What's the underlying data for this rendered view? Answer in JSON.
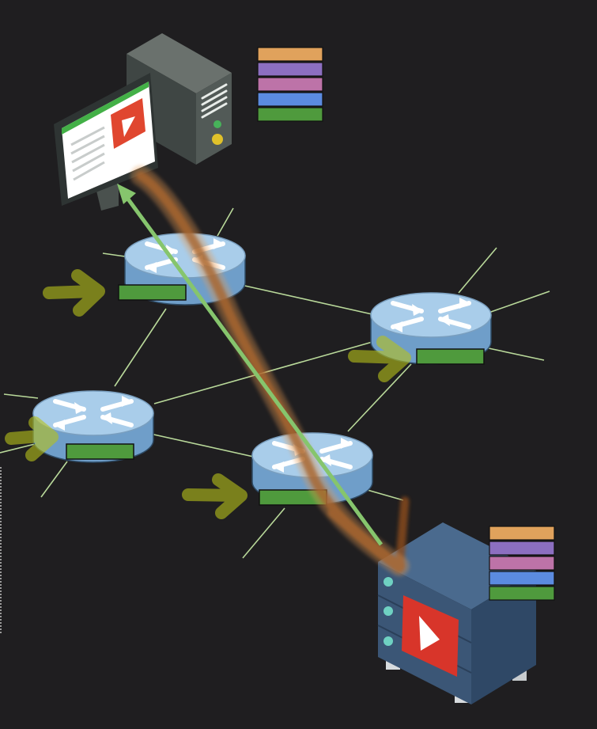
{
  "diagram": {
    "type": "network-topology",
    "background": "#1f1e20",
    "colors": {
      "link": "#b9d99a",
      "router_top": "#a9cdea",
      "router_body": "#6f9ec9",
      "router_arrow": "#ffffff",
      "router_label_box": "#4f9a3d",
      "path_green": "#86c56d",
      "path_brown": "#8a4b1e",
      "highlight_yellow": "#b8c21a",
      "pc_case": "#4b5350",
      "monitor_frame": "#2e3433",
      "play_red": "#e0462f",
      "server_body": "#3b5676",
      "server_front": "#2c4461"
    },
    "nodes": [
      {
        "id": "client",
        "kind": "computer",
        "icon": "desktop-pc-with-video-player-icon"
      },
      {
        "id": "router-top",
        "kind": "router",
        "icon": "router-icon"
      },
      {
        "id": "router-right",
        "kind": "router",
        "icon": "router-icon"
      },
      {
        "id": "router-left",
        "kind": "router",
        "icon": "router-icon"
      },
      {
        "id": "router-center",
        "kind": "router",
        "icon": "router-icon"
      },
      {
        "id": "server",
        "kind": "server",
        "icon": "video-server-icon"
      }
    ],
    "links": [
      [
        "router-top",
        "router-right"
      ],
      [
        "router-top",
        "router-left"
      ],
      [
        "router-top",
        "router-center"
      ],
      [
        "router-left",
        "router-center"
      ],
      [
        "router-left",
        "router-right"
      ],
      [
        "router-center",
        "router-right"
      ]
    ],
    "packet_stack": {
      "colors": [
        "#e0a25c",
        "#8c6fc0",
        "#bd73a8",
        "#5b8be0",
        "#4f9a3d"
      ]
    },
    "flows": [
      {
        "name": "request",
        "from": "client",
        "to": "server",
        "color": "#8a4b1e"
      },
      {
        "name": "response",
        "from": "server",
        "to": "client",
        "color": "#86c56d"
      }
    ]
  }
}
